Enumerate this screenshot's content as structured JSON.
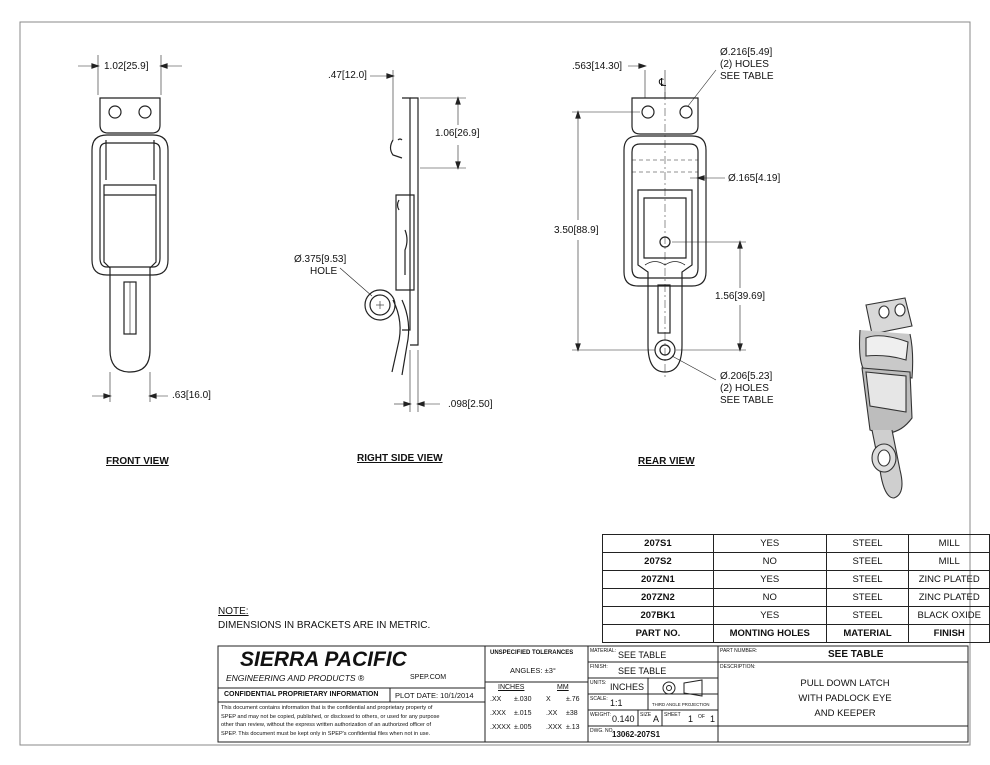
{
  "front_view": {
    "title": "FRONT VIEW",
    "dim_top": "1.02",
    "dim_top_metric": "25.9",
    "dim_bottom": ".63",
    "dim_bottom_metric": "16.0"
  },
  "side_view": {
    "title": "RIGHT SIDE VIEW",
    "dim_top": ".47",
    "dim_top_metric": "12.0",
    "dim_right": "1.06",
    "dim_right_metric": "26.9",
    "hole_dia": "Ø.375",
    "hole_dia_metric": "9.53",
    "hole_label": "HOLE",
    "dim_bottom": ".098",
    "dim_bottom_metric": "2.50"
  },
  "rear_view": {
    "title": "REAR VIEW",
    "dim_left": ".563",
    "dim_left_metric": "14.30",
    "centerline": "℄",
    "hole_top_dia": "Ø.216",
    "hole_top_dia_metric": "5.49",
    "hole_top_count": "(2) HOLES",
    "hole_top_note": "SEE TABLE",
    "dim_mid_dia": "Ø.165",
    "dim_mid_dia_metric": "4.19",
    "dim_height": "3.50",
    "dim_height_metric": "88.9",
    "dim_lower": "1.56",
    "dim_lower_metric": "39.69",
    "hole_bot_dia": "Ø.206",
    "hole_bot_dia_metric": "5.23",
    "hole_bot_count": "(2) HOLES",
    "hole_bot_note": "SEE TABLE"
  },
  "parts_table": {
    "rows": [
      [
        "207S1",
        "YES",
        "STEEL",
        "MILL"
      ],
      [
        "207S2",
        "NO",
        "STEEL",
        "MILL"
      ],
      [
        "207ZN1",
        "YES",
        "STEEL",
        "ZINC PLATED"
      ],
      [
        "207ZN2",
        "NO",
        "STEEL",
        "ZINC PLATED"
      ],
      [
        "207BK1",
        "YES",
        "STEEL",
        "BLACK OXIDE"
      ]
    ],
    "header": [
      "PART NO.",
      "MONTING HOLES",
      "MATERIAL",
      "FINISH"
    ]
  },
  "note": {
    "heading": "NOTE:",
    "text": "DIMENSIONS IN BRACKETS ARE IN METRIC."
  },
  "title_block": {
    "company": "SIERRA PACIFIC",
    "company_sub": "ENGINEERING AND PRODUCTS",
    "website": "SPEP.COM",
    "confidential_label": "CONFIDENTIAL PROPRIETARY INFORMATION",
    "plot_date": "PLOT DATE:  10/1/2014",
    "disclaimer": [
      "This document contains information that is the confidential and proprietary property of",
      "SPEP and may not be copied, published, or disclosed to others, or used for any purpose",
      "other than review, without the express written authorization of an authorized officer of",
      "SPEP. This document must be kept only in SPEP's confidential files when not in use."
    ],
    "tolerances_label": "UNSPECIFIED TOLERANCES",
    "angles": "ANGLES:  ±3°",
    "inches_label": "INCHES",
    "mm_label": "MM",
    "tol_rows": [
      [
        ".XX",
        "±.030",
        "X",
        "±.76"
      ],
      [
        ".XXX",
        "±.015",
        ".XX",
        "±38"
      ],
      [
        ".XXXX",
        "±.005",
        ".XXX",
        "±.13"
      ]
    ],
    "material_label": "MATERIAL:",
    "material": "SEE TABLE",
    "finish_label": "FINISH:",
    "finish": "SEE TABLE",
    "units_label": "UNITS:",
    "units": "INCHES",
    "scale_label": "SCALE:",
    "scale": "1:1",
    "projection": "THIRD ANGLE PROJECTION",
    "weight_label": "WEIGHT:",
    "weight": "0.140",
    "size_label": "SIZE",
    "size": "A",
    "sheet_label": "SHEET",
    "sheet": "1",
    "of_label": "OF",
    "of": "1",
    "dwg_label": "DWG. NO.",
    "dwg": "13062-207S1",
    "part_number_label": "PART NUMBER:",
    "part_number": "SEE TABLE",
    "description_label": "DESCRIPTION:",
    "description": [
      "PULL DOWN LATCH",
      "WITH PADLOCK EYE",
      "AND KEEPER"
    ]
  }
}
